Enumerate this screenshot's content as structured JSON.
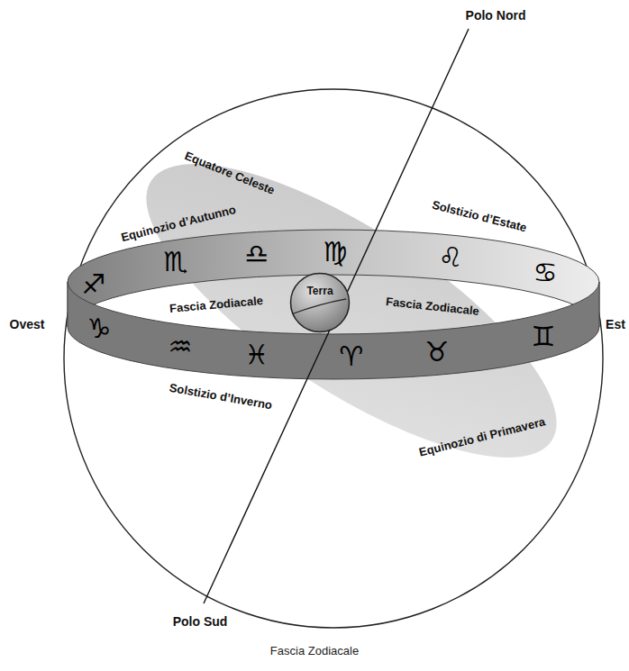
{
  "diagram": {
    "caption": "Fascia Zodiacale",
    "nodes": [
      {
        "text": [
          "Terra"
        ]
      }
    ],
    "labels": [
      "Polo Nord",
      "Equatore Celeste",
      "Equinozio d’Autunno",
      "Solstizio d’Estate",
      "♐",
      "♏",
      "♎",
      "♍",
      "♌",
      "♋",
      "Fascia Zodiacale",
      "Ovest",
      "Fascia Zodiacale",
      "Est",
      "♑",
      "♒",
      "♓",
      "♈",
      "♉",
      "♊",
      "Solstizio d’Inverno",
      "Equinozio di Primavera",
      "Polo Sud"
    ]
  }
}
